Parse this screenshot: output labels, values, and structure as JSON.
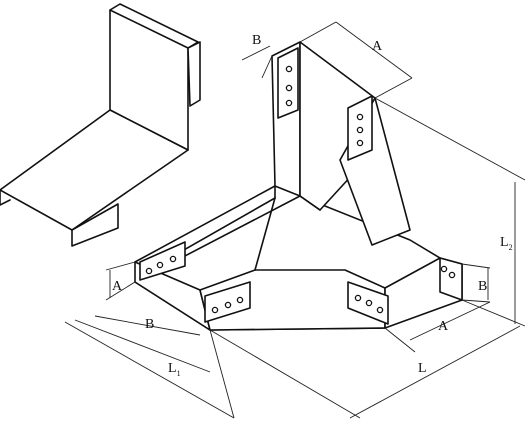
{
  "labels": {
    "a_top": "A",
    "b_top": "B",
    "a_left": "A",
    "b_left": "B",
    "a_right": "A",
    "b_right": "B",
    "l1_main": "L",
    "l1_sub": "1",
    "l2_main": "L",
    "l2_sub": "2",
    "l_bottom": "L"
  }
}
